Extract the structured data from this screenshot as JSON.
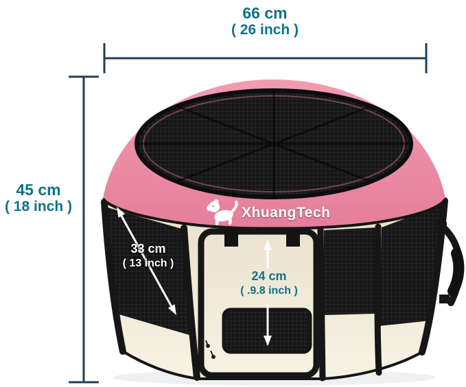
{
  "product": {
    "brand": "XhuangTech"
  },
  "dimensions": {
    "width": {
      "metric": "66 cm",
      "imperial": "( 26 inch )"
    },
    "height": {
      "metric": "45 cm",
      "imperial": "( 18 inch )"
    },
    "side": {
      "metric": "33 cm",
      "imperial": "( 13 inch )"
    },
    "door": {
      "metric": "24 cm",
      "imperial": "( .9.8 inch )"
    }
  },
  "icons": {
    "brand_logo": "dog-icon"
  },
  "colors": {
    "pink": "#ec8ca4",
    "cream": "#f1ead8",
    "mesh_black": "#161616",
    "accent_teal": "#0f7286",
    "dimension_line": "#233f55",
    "arrow_white": "#ffffff"
  }
}
